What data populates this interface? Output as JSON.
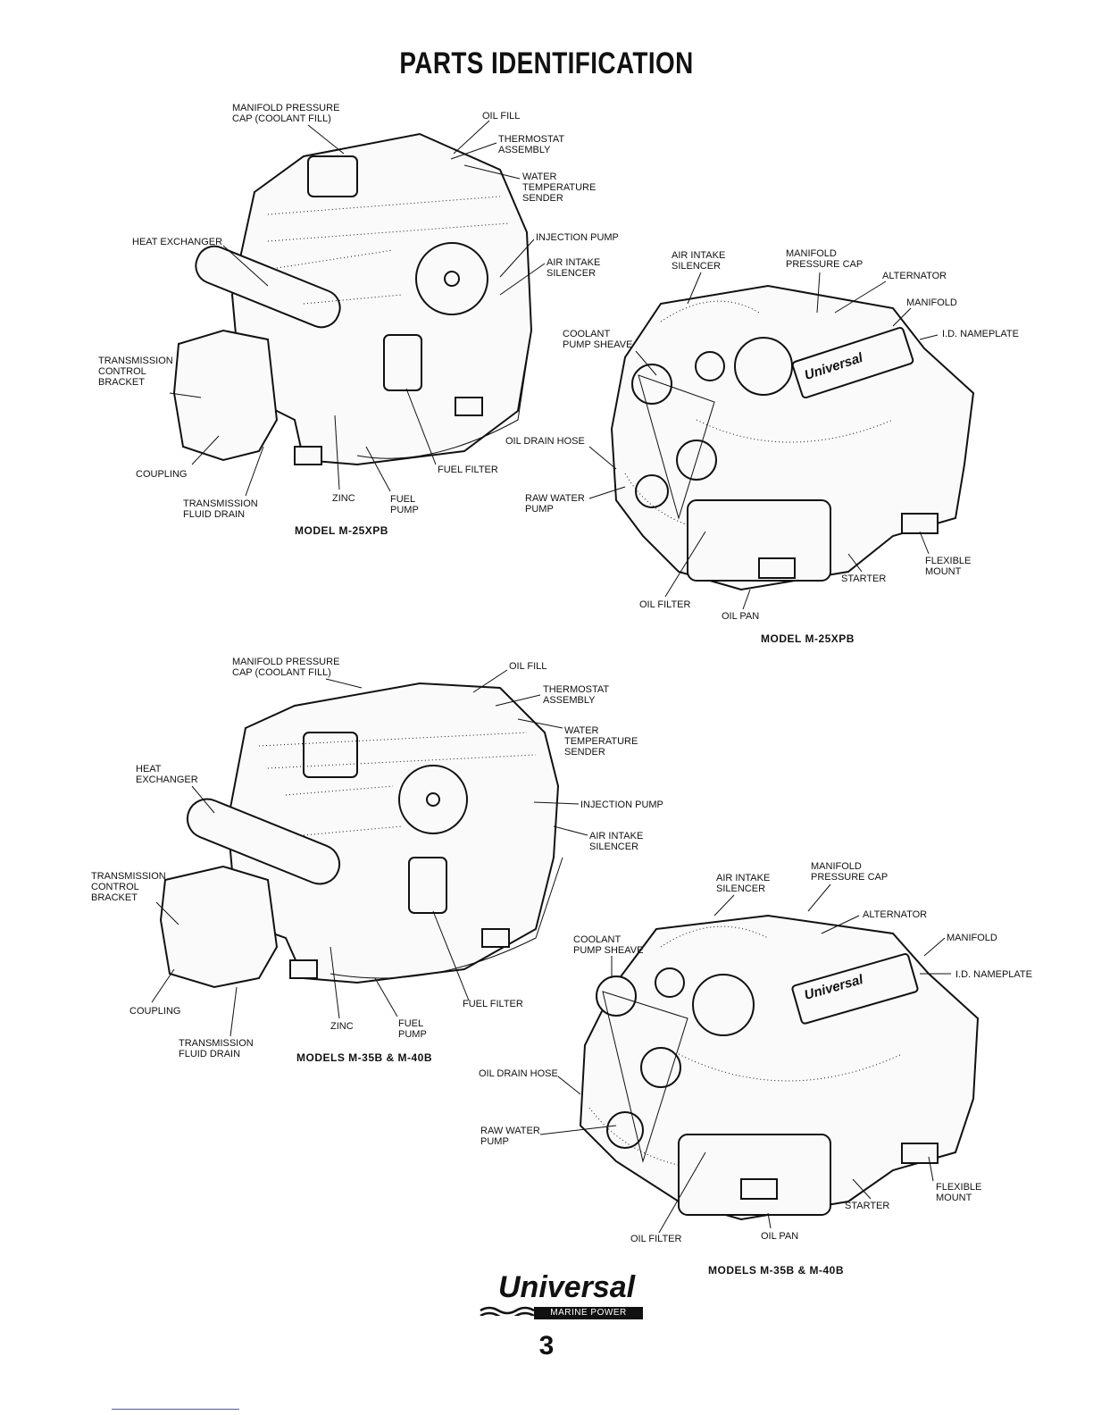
{
  "page_title": "PARTS IDENTIFICATION",
  "diagrams": [
    {
      "caption": "MODEL M-25XPB",
      "labels": {
        "manifold_cap": "MANIFOLD PRESSURE\nCAP (COOLANT FILL)",
        "oil_fill": "OIL FILL",
        "thermostat": "THERMOSTAT\nASSEMBLY",
        "water_temp": "WATER\nTEMPERATURE\nSENDER",
        "heat_exchanger": "HEAT EXCHANGER",
        "injection_pump": "INJECTION PUMP",
        "air_intake": "AIR INTAKE\nSILENCER",
        "trans_bracket": "TRANSMISSION\nCONTROL\nBRACKET",
        "coupling": "COUPLING",
        "trans_drain": "TRANSMISSION\nFLUID DRAIN",
        "zinc": "ZINC",
        "fuel_pump": "FUEL\nPUMP",
        "fuel_filter": "FUEL FILTER"
      }
    },
    {
      "caption": "MODEL M-25XPB",
      "labels": {
        "air_intake": "AIR INTAKE\nSILENCER",
        "manifold_cap": "MANIFOLD\nPRESSURE CAP",
        "alternator": "ALTERNATOR",
        "manifold": "MANIFOLD",
        "nameplate": "I.D. NAMEPLATE",
        "coolant_sheave": "COOLANT\nPUMP SHEAVE",
        "oil_drain": "OIL DRAIN HOSE",
        "raw_water": "RAW WATER\nPUMP",
        "flexible_mount": "FLEXIBLE\nMOUNT",
        "starter": "STARTER",
        "oil_filter": "OIL FILTER",
        "oil_pan": "OIL PAN"
      }
    },
    {
      "caption": "MODELS M-35B & M-40B",
      "labels": {
        "manifold_cap": "MANIFOLD PRESSURE\nCAP (COOLANT FILL)",
        "oil_fill": "OIL FILL",
        "thermostat": "THERMOSTAT\nASSEMBLY",
        "water_temp": "WATER\nTEMPERATURE\nSENDER",
        "heat_exchanger": "HEAT\nEXCHANGER",
        "injection_pump": "INJECTION PUMP",
        "air_intake": "AIR INTAKE\nSILENCER",
        "trans_bracket": "TRANSMISSION\nCONTROL\nBRACKET",
        "coupling": "COUPLING",
        "zinc": "ZINC",
        "fuel_pump": "FUEL\nPUMP",
        "fuel_filter": "FUEL FILTER",
        "trans_drain": "TRANSMISSION\nFLUID DRAIN"
      }
    },
    {
      "caption": "MODELS M-35B & M-40B",
      "labels": {
        "air_intake": "AIR INTAKE\nSILENCER",
        "manifold_cap": "MANIFOLD\nPRESSURE CAP",
        "alternator": "ALTERNATOR",
        "manifold": "MANIFOLD",
        "nameplate": "I.D. NAMEPLATE",
        "coolant_sheave": "COOLANT\nPUMP SHEAVE",
        "oil_drain": "OIL DRAIN HOSE",
        "raw_water": "RAW WATER\nPUMP",
        "flexible_mount": "FLEXIBLE\nMOUNT",
        "starter": "STARTER",
        "oil_filter": "OIL FILTER",
        "oil_pan": "OIL PAN"
      }
    }
  ],
  "engine_badge": "Universal",
  "logo": {
    "wordmark": "Universal",
    "tagline": "MARINE POWER"
  },
  "page_number": "3"
}
